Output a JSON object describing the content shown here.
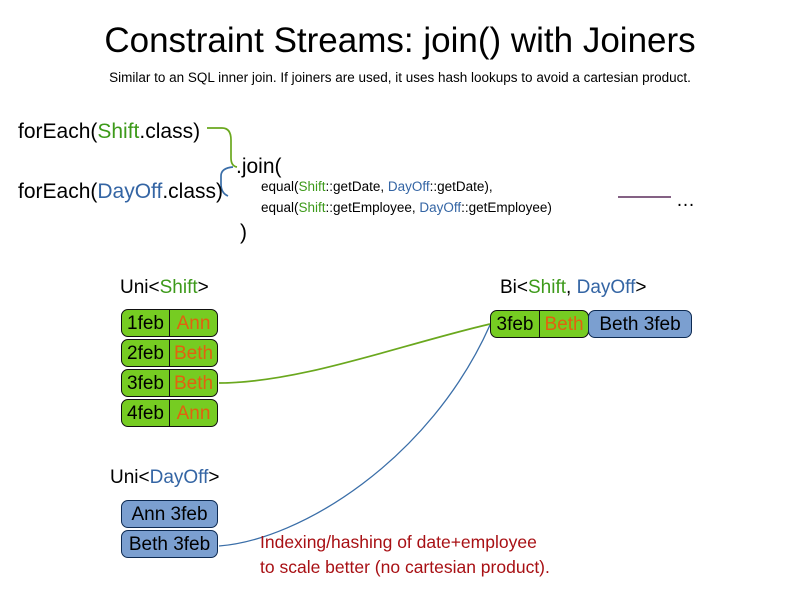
{
  "slide": {
    "title": "Constraint Streams: join() with Joiners",
    "subtitle": "Similar to an SQL inner join. If joiners are used, it uses hash lookups to avoid a cartesian product."
  },
  "code": {
    "foreach_shift": {
      "prefix": "forEach(",
      "type": "Shift",
      "suffix": ".class)"
    },
    "foreach_dayoff": {
      "prefix": "forEach(",
      "type": "DayOff",
      "suffix": ".class)"
    },
    "join_open": ".join(",
    "join_close": ")",
    "joiner_lines": [
      {
        "prefix": "equal(",
        "left_type": "Shift",
        "left_rest": "::getDate, ",
        "right_type": "DayOff",
        "right_rest": "::getDate),"
      },
      {
        "prefix": "equal(",
        "left_type": "Shift",
        "left_rest": "::getEmployee, ",
        "right_type": "DayOff",
        "right_rest": "::getEmployee)"
      }
    ],
    "ellipsis": "…"
  },
  "streams": {
    "uni_shift": {
      "header": {
        "prefix": "Uni<",
        "type": "Shift",
        "suffix": ">"
      },
      "rows": [
        {
          "date": "1feb",
          "employee": "Ann"
        },
        {
          "date": "2feb",
          "employee": "Beth"
        },
        {
          "date": "3feb",
          "employee": "Beth"
        },
        {
          "date": "4feb",
          "employee": "Ann"
        }
      ]
    },
    "uni_dayoff": {
      "header": {
        "prefix": "Uni<",
        "type": "DayOff",
        "suffix": ">"
      },
      "rows": [
        {
          "label": "Ann 3feb"
        },
        {
          "label": "Beth 3feb"
        }
      ]
    },
    "bi": {
      "header": {
        "prefix": "Bi<",
        "type_a": "Shift",
        "separator": ", ",
        "type_b": "DayOff",
        "suffix": ">"
      },
      "row": {
        "date": "3feb",
        "employee": "Beth",
        "dayoff": "Beth 3feb"
      }
    }
  },
  "annotation": {
    "line1": "Indexing/hashing of date+employee",
    "line2": "to scale better (no cartesian product)."
  },
  "colors": {
    "shift_green": "#3d9a1a",
    "dayoff_blue": "#3465a4",
    "box_green": "#76cc22",
    "box_blue": "#7b9fd0",
    "employee_orange": "#e2610f",
    "annotation_red": "#a81014",
    "connector_green": "#6aa81e",
    "connector_blue": "#3a6ea8",
    "purple_line": "#5b2d5b"
  }
}
